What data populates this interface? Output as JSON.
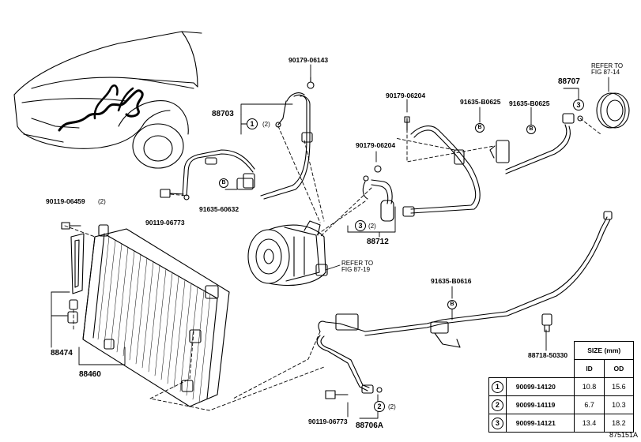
{
  "parts": {
    "p90179_06143": "90179-06143",
    "p88703": "88703",
    "p90179_06204_top": "90179-06204",
    "p91635_B0625_a": "91635-B0625",
    "p91635_B0625_b": "91635-B0625",
    "p88707": "88707",
    "p90179_06204_mid": "90179-06204",
    "p90119_06459": "90119-06459",
    "p90119_06459_qty": "(2)",
    "p91635_60632": "91635-60632",
    "p90119_06773_a": "90119-06773",
    "p88712": "88712",
    "p91635_B0616": "91635-B0616",
    "p88718_50330": "88718-50330",
    "p88474": "88474",
    "p88460": "88460",
    "p90119_06773_b": "90119-06773",
    "p88706A": "88706A"
  },
  "callouts": {
    "c1": "1",
    "c2": "2",
    "c3": "3",
    "b": "B",
    "qty2": "(2)"
  },
  "refs": {
    "ref_87_14": "REFER TO\nFIG 87-14",
    "ref_87_19": "REFER TO\nFIG 87-19"
  },
  "size_table": {
    "title": "SIZE (mm)",
    "col_id": "ID",
    "col_od": "OD",
    "rows": [
      {
        "no": "1",
        "part": "90099-14120",
        "id": "10.8",
        "od": "15.6"
      },
      {
        "no": "2",
        "part": "90099-14119",
        "id": "6.7",
        "od": "10.3"
      },
      {
        "no": "3",
        "part": "90099-14121",
        "id": "13.4",
        "od": "18.2"
      }
    ]
  },
  "figure_code": "875151A"
}
